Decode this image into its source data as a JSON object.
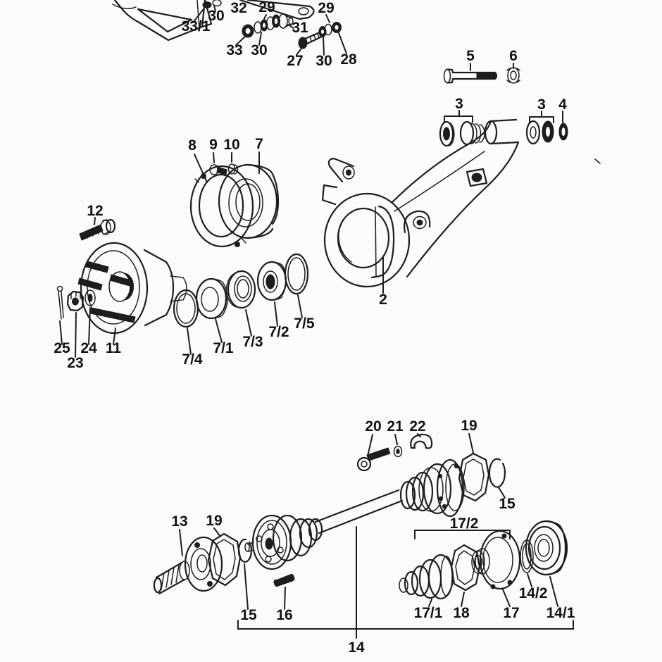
{
  "page": {
    "kind": "exploded parts diagram",
    "ink_color": "#1d1d1d",
    "paper_color": "#fcfcfb"
  },
  "labels": [
    {
      "text": "33/1"
    },
    {
      "text": "30"
    },
    {
      "text": "32"
    },
    {
      "text": "29"
    },
    {
      "text": "29"
    },
    {
      "text": "31"
    },
    {
      "text": "33"
    },
    {
      "text": "30"
    },
    {
      "text": "27"
    },
    {
      "text": "30"
    },
    {
      "text": "28"
    },
    {
      "text": "5"
    },
    {
      "text": "6"
    },
    {
      "text": "3"
    },
    {
      "text": "3"
    },
    {
      "text": "4"
    },
    {
      "text": "8"
    },
    {
      "text": "9"
    },
    {
      "text": "10"
    },
    {
      "text": "7"
    },
    {
      "text": "12"
    },
    {
      "text": "2"
    },
    {
      "text": "25"
    },
    {
      "text": "23"
    },
    {
      "text": "24"
    },
    {
      "text": "11"
    },
    {
      "text": "7/4"
    },
    {
      "text": "7/1"
    },
    {
      "text": "7/3"
    },
    {
      "text": "7/2"
    },
    {
      "text": "7/5"
    },
    {
      "text": "20"
    },
    {
      "text": "21"
    },
    {
      "text": "22"
    },
    {
      "text": "19"
    },
    {
      "text": "15"
    },
    {
      "text": "13"
    },
    {
      "text": "19"
    },
    {
      "text": "15"
    },
    {
      "text": "16"
    },
    {
      "text": "17/2"
    },
    {
      "text": "17/1"
    },
    {
      "text": "18"
    },
    {
      "text": "17"
    },
    {
      "text": "14/2"
    },
    {
      "text": "14/1"
    },
    {
      "text": "14"
    }
  ]
}
